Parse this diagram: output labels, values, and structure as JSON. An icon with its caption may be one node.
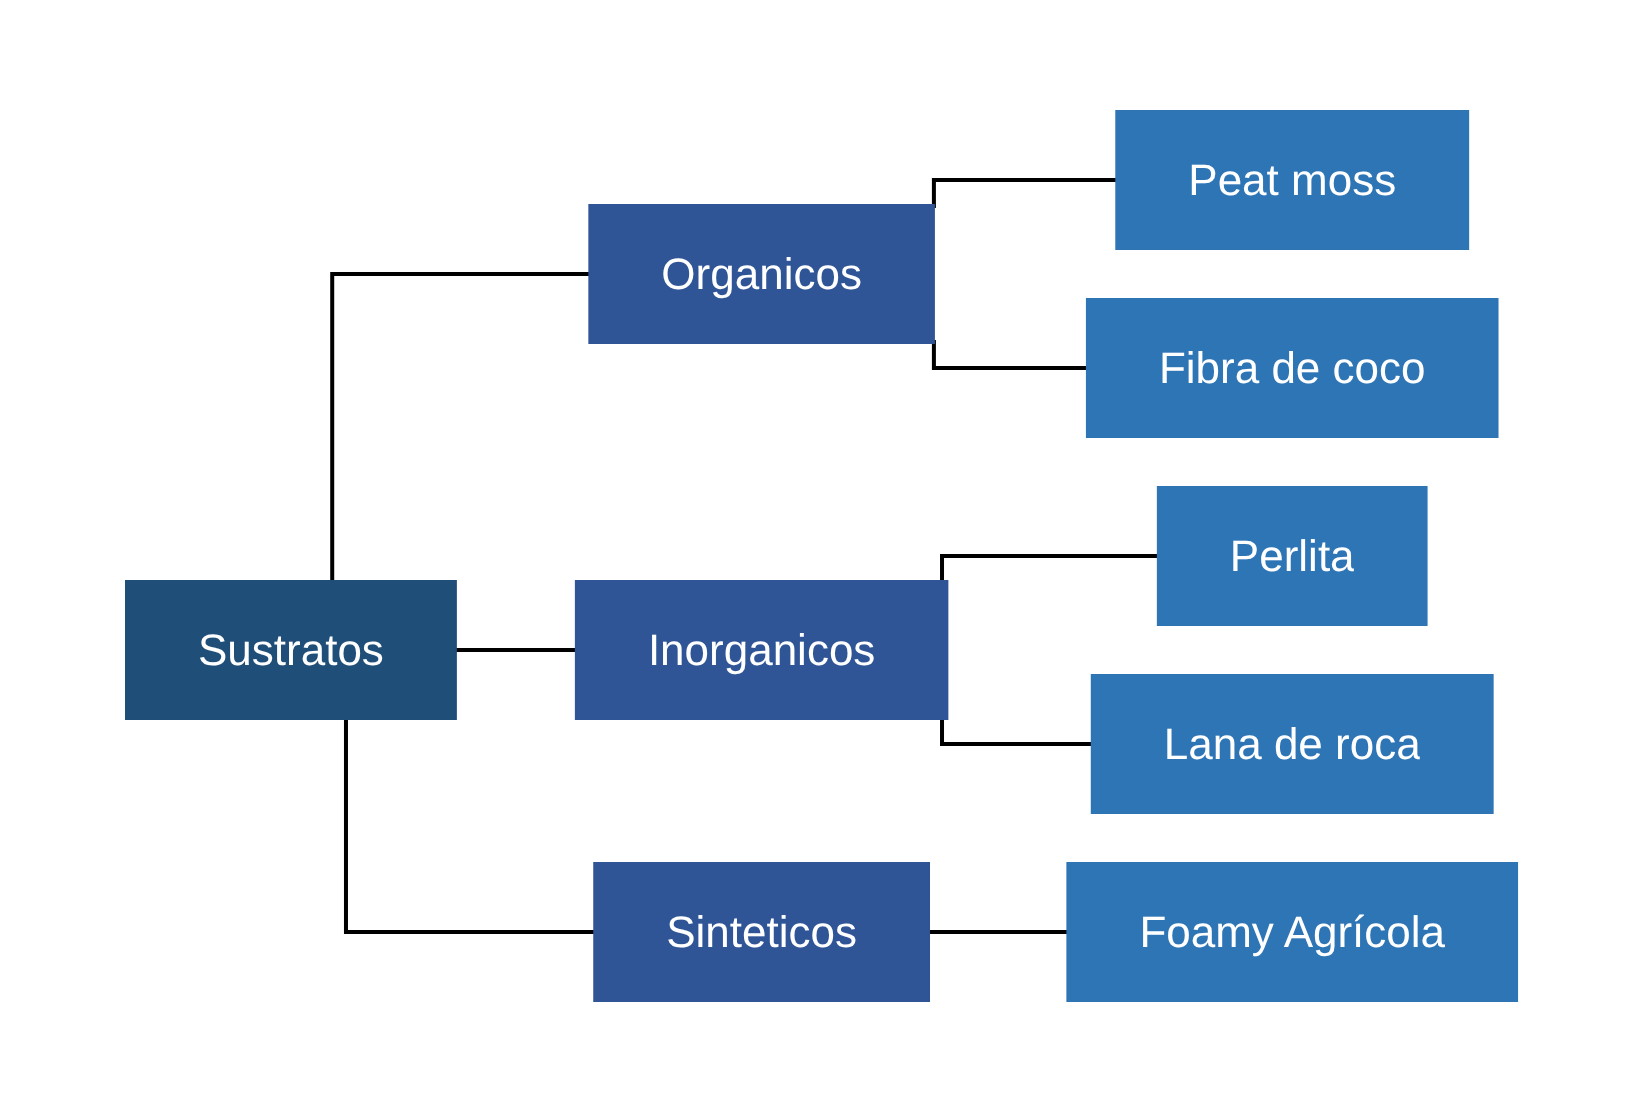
{
  "diagram": {
    "nodes": [
      {
        "text": [
          "Sustratos"
        ]
      },
      {
        "text": [
          "Organicos"
        ]
      },
      {
        "text": [
          "Inorganicos"
        ]
      },
      {
        "text": [
          "Sinteticos"
        ]
      },
      {
        "text": [
          "Peat moss"
        ]
      },
      {
        "text": [
          "Fibra de coco"
        ]
      },
      {
        "text": [
          "Perlita"
        ]
      },
      {
        "text": [
          "Lana de roca"
        ]
      },
      {
        "text": [
          "Foamy Agrícola"
        ]
      }
    ],
    "edges": [
      {
        "from": 0,
        "to": 1,
        "arrow": "none"
      },
      {
        "from": 0,
        "to": 2,
        "arrow": "none"
      },
      {
        "from": 0,
        "to": 3,
        "arrow": "none"
      },
      {
        "from": 1,
        "to": 4,
        "arrow": "none"
      },
      {
        "from": 1,
        "to": 5,
        "arrow": "none"
      },
      {
        "from": 2,
        "to": 6,
        "arrow": "none"
      },
      {
        "from": 2,
        "to": 7,
        "arrow": "none"
      },
      {
        "from": 3,
        "to": 8,
        "arrow": "none"
      }
    ]
  }
}
